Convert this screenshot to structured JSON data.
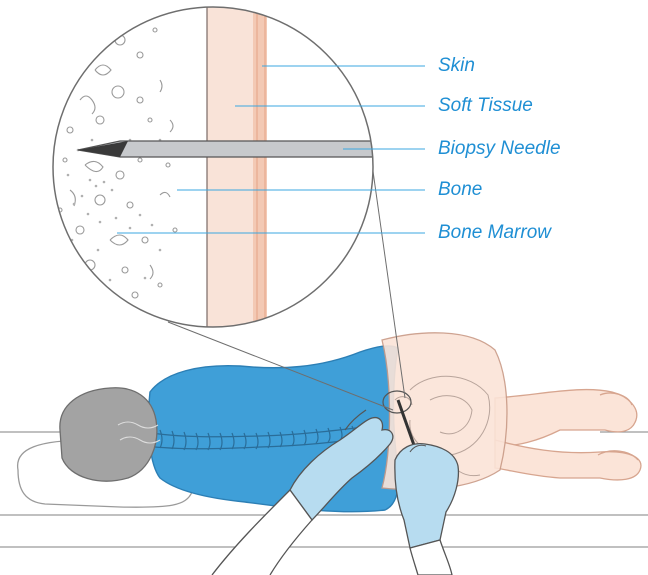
{
  "labels": {
    "skin": "Skin",
    "soft_tissue": "Soft Tissue",
    "biopsy_needle": "Biopsy Needle",
    "bone": "Bone",
    "bone_marrow": "Bone Marrow"
  },
  "colors": {
    "label_text": "#1f8fd4",
    "leader_line": "#3ba7e0",
    "skin": "#f3c9b4",
    "soft_tissue": "#f9e3d8",
    "bone": "#ffffff",
    "marrow_texture": "#9a9a9a",
    "needle": "#c7c9cc",
    "needle_tip": "#3a3a3a",
    "gown": "#3f9fd8",
    "gown_dark": "#2c7fb5",
    "glove": "#b7dcf0",
    "hair": "#9b9b9b",
    "outline": "#555555",
    "body_skin": "#fbe4d8"
  },
  "icons": {
    "magnifier": "magnified-inset-circle",
    "needle": "biopsy-needle-icon",
    "patient": "patient-prone-illustration"
  }
}
